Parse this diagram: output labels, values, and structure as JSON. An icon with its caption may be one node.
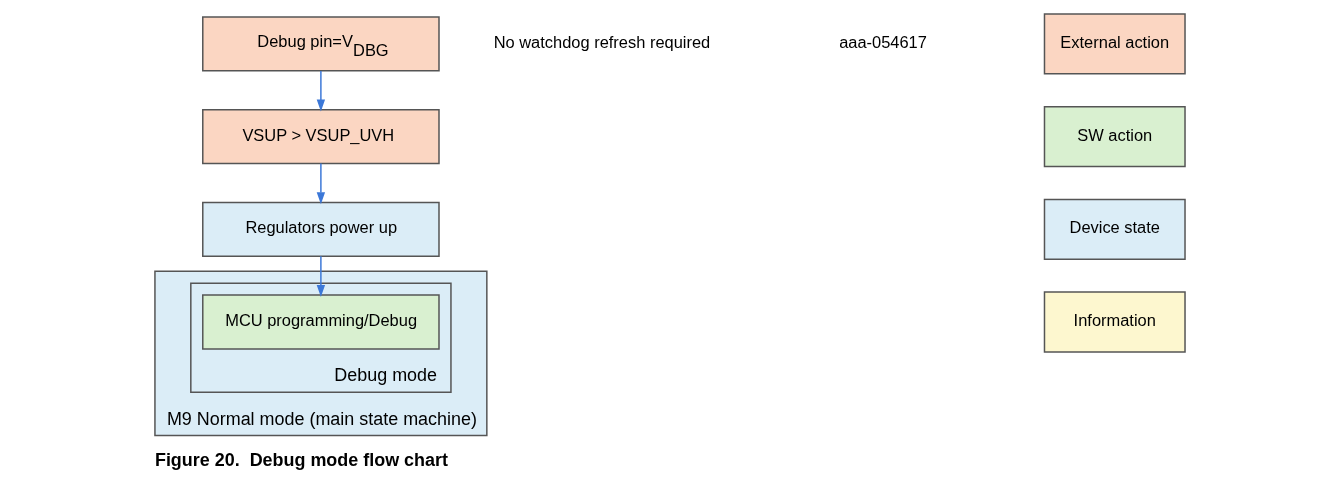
{
  "diagram": {
    "caption": "Figure 20.  Debug mode flow chart",
    "nodes": [
      {
        "text": [
          "Debug pin=V$_{DBG}$"
        ]
      },
      {
        "text": [
          "VSUP > VSUP_UVH"
        ]
      },
      {
        "text": [
          "M9 Normal mode (main state machine)"
        ]
      },
      {
        "text": [
          "Debug mode"
        ],
        "in": 2
      },
      {
        "text": [
          "Regulators power up"
        ]
      },
      {
        "text": [
          "MCU programming/Debug"
        ],
        "in": 3
      }
    ],
    "edges": [
      {
        "from": 0,
        "to": 1,
        "arrow": "to"
      },
      {
        "from": 1,
        "to": 4,
        "arrow": "to"
      },
      {
        "from": 4,
        "to": 5,
        "arrow": "to"
      }
    ],
    "labels": [
      "No watchdog refresh required",
      "aaa-054617"
    ],
    "legend": [
      {
        "text": "External action",
        "color": "#fbd6c2"
      },
      {
        "text": "SW action",
        "color": "#d9f0d0"
      },
      {
        "text": "Device state",
        "color": "#dbedf7"
      },
      {
        "text": "Information",
        "color": "#fdf7cf"
      }
    ]
  }
}
